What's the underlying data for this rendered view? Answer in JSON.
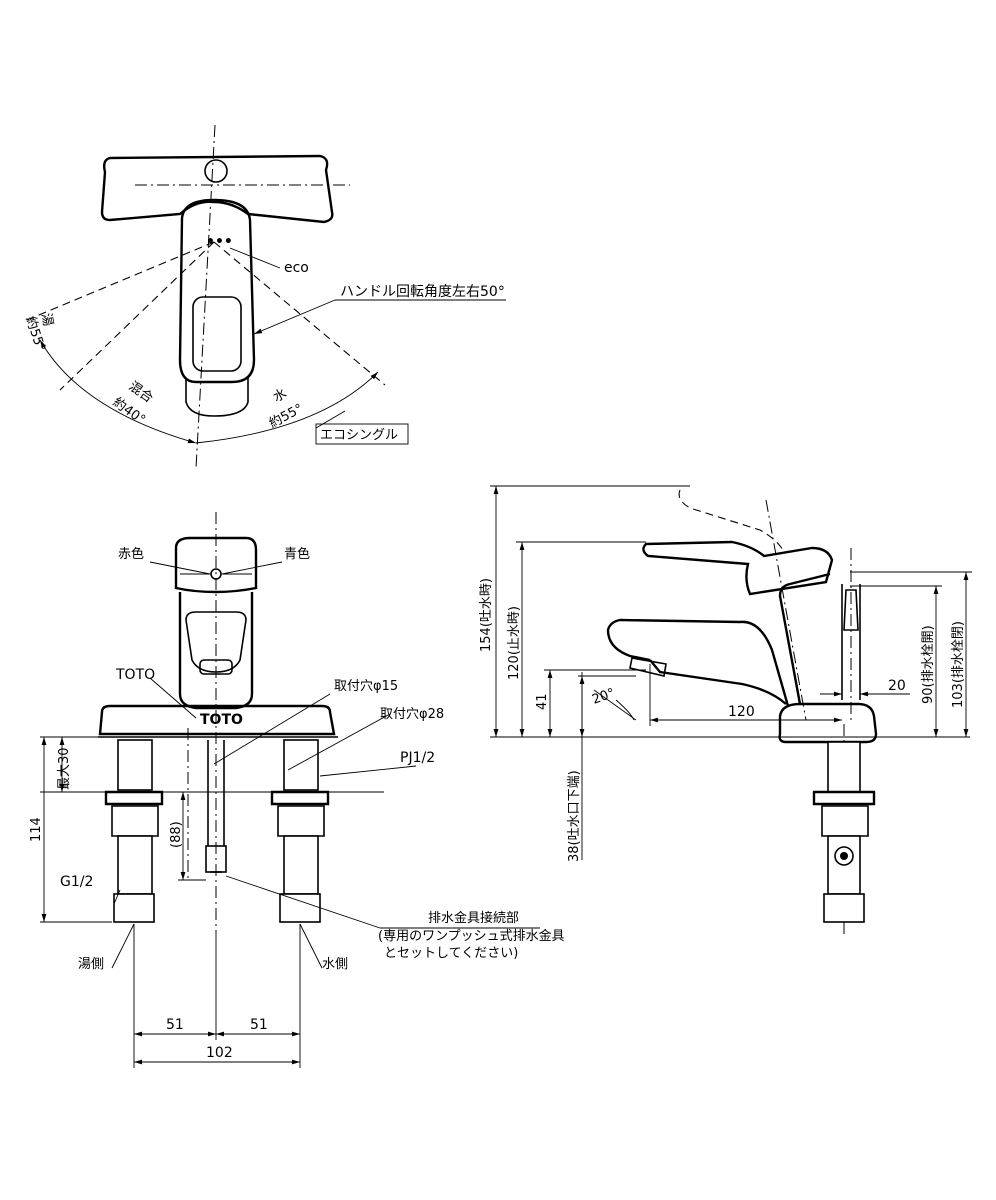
{
  "top_view": {
    "eco": "eco",
    "handle_rotation": "ハンドル回転角度左右50°",
    "hot_label": "湯",
    "hot_angle": "約55°",
    "mix_label": "混合",
    "mix_angle": "約40°",
    "cold_label": "水",
    "cold_angle": "約55°",
    "model_box": "エコシングル"
  },
  "front_view": {
    "red": "赤色",
    "blue": "青色",
    "brand": "TOTO",
    "hole15": "取付穴φ15",
    "hole28": "取付穴φ28",
    "pj": "PJ1/2",
    "max30": "最大30",
    "dim114": "114",
    "dim88": "(88)",
    "g12": "G1/2",
    "hot_side": "湯側",
    "cold_side": "水側",
    "drain_title": "排水金具接続部",
    "drain_note1": "(専用のワンプッシュ式排水金具",
    "drain_note2": "とセットしてください)",
    "dim51a": "51",
    "dim51b": "51",
    "dim102": "102"
  },
  "side_view": {
    "dim154": "154(吐水時)",
    "dim120h": "120(止水時)",
    "dim41": "41",
    "dim38": "38(吐水口下端)",
    "angle20": "20°",
    "dim120": "120",
    "dim20": "20",
    "dim90": "90(排水栓開)",
    "dim103": "103(排水栓閉)"
  }
}
